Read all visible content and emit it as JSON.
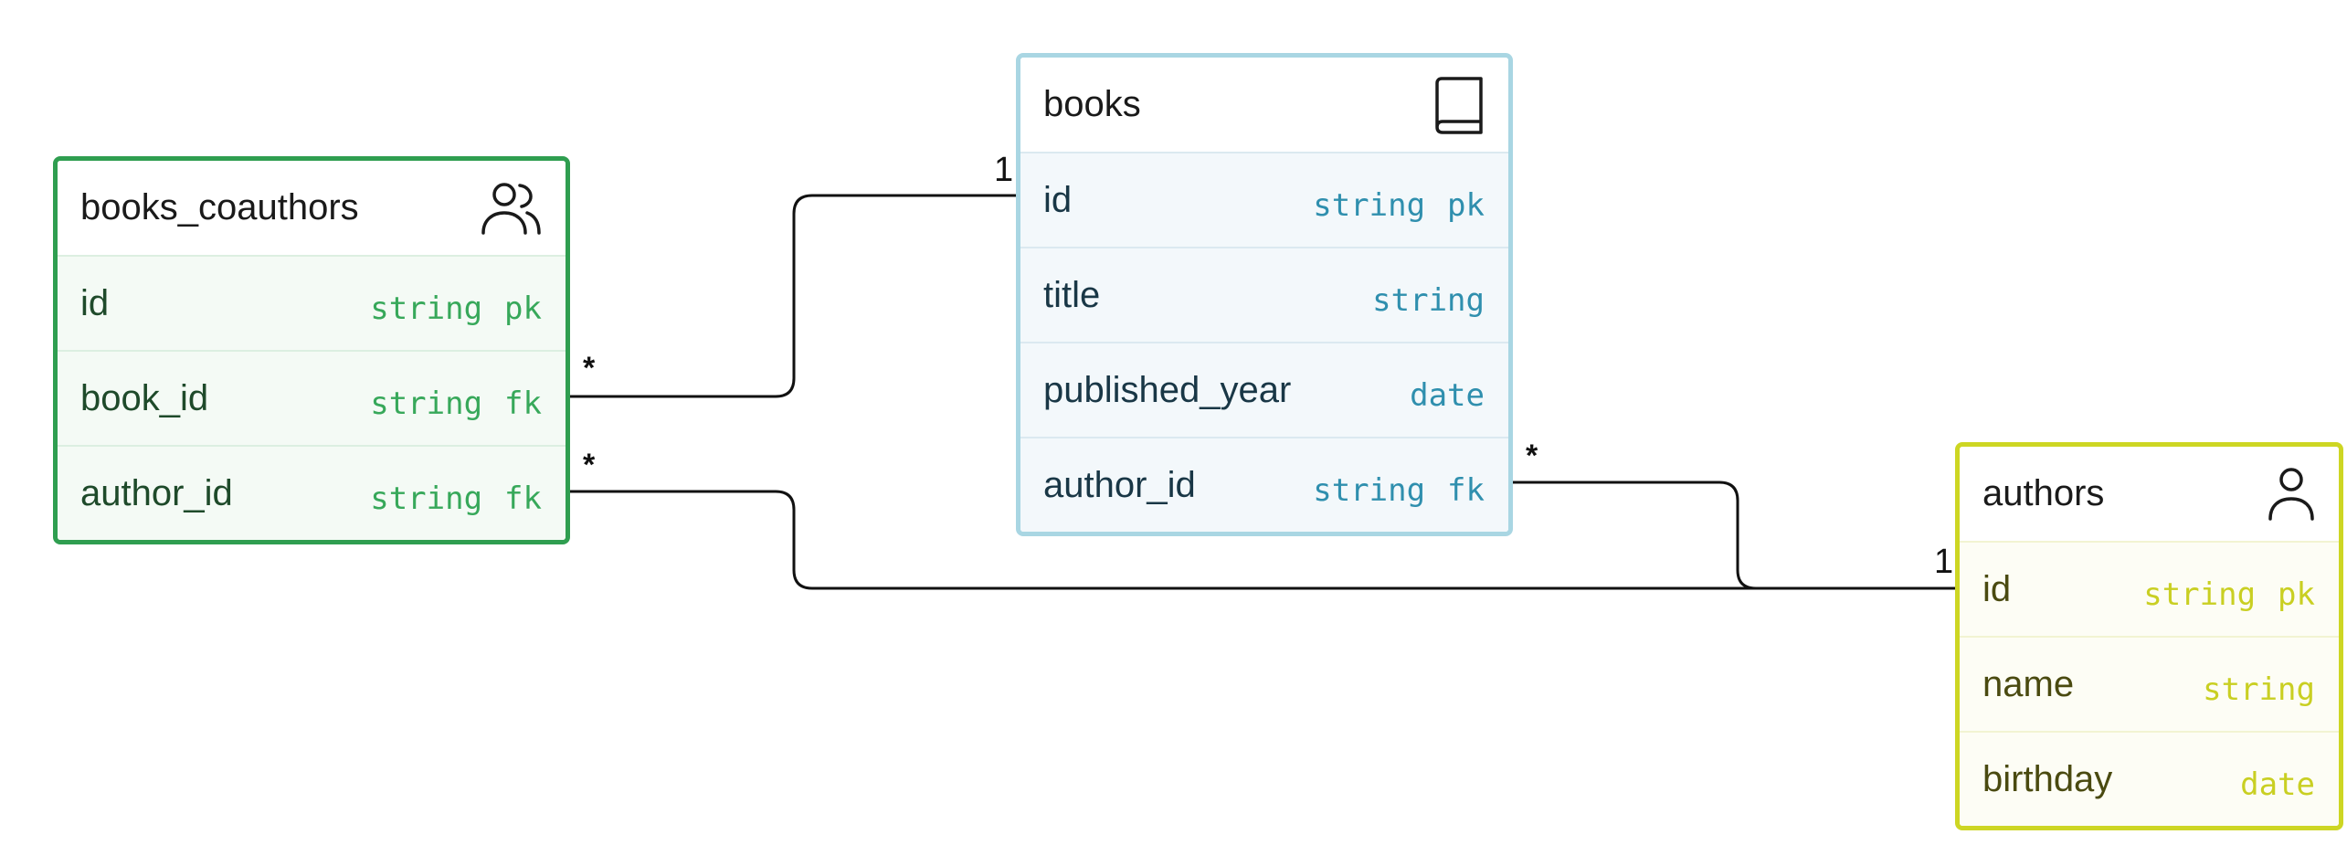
{
  "tables": {
    "books_coauthors": {
      "name": "books_coauthors",
      "icon": "users-icon",
      "color": "#2f9e50",
      "fields": [
        {
          "name": "id",
          "type": "string",
          "key": "pk"
        },
        {
          "name": "book_id",
          "type": "string",
          "key": "fk"
        },
        {
          "name": "author_id",
          "type": "string",
          "key": "fk"
        }
      ]
    },
    "books": {
      "name": "books",
      "icon": "book-icon",
      "color": "#a9d6e3",
      "fields": [
        {
          "name": "id",
          "type": "string",
          "key": "pk"
        },
        {
          "name": "title",
          "type": "string",
          "key": ""
        },
        {
          "name": "published_year",
          "type": "date",
          "key": ""
        },
        {
          "name": "author_id",
          "type": "string",
          "key": "fk"
        }
      ]
    },
    "authors": {
      "name": "authors",
      "icon": "user-icon",
      "color": "#cdd623",
      "fields": [
        {
          "name": "id",
          "type": "string",
          "key": "pk"
        },
        {
          "name": "name",
          "type": "string",
          "key": ""
        },
        {
          "name": "birthday",
          "type": "date",
          "key": ""
        }
      ]
    }
  },
  "relations": [
    {
      "from": "books_coauthors.book_id",
      "to": "books.id",
      "from_card": "*",
      "to_card": "1"
    },
    {
      "from": "books_coauthors.author_id",
      "to": "authors.id",
      "from_card": "*",
      "to_card": "1"
    },
    {
      "from": "books.author_id",
      "to": "authors.id",
      "from_card": "*",
      "to_card": "1"
    }
  ]
}
